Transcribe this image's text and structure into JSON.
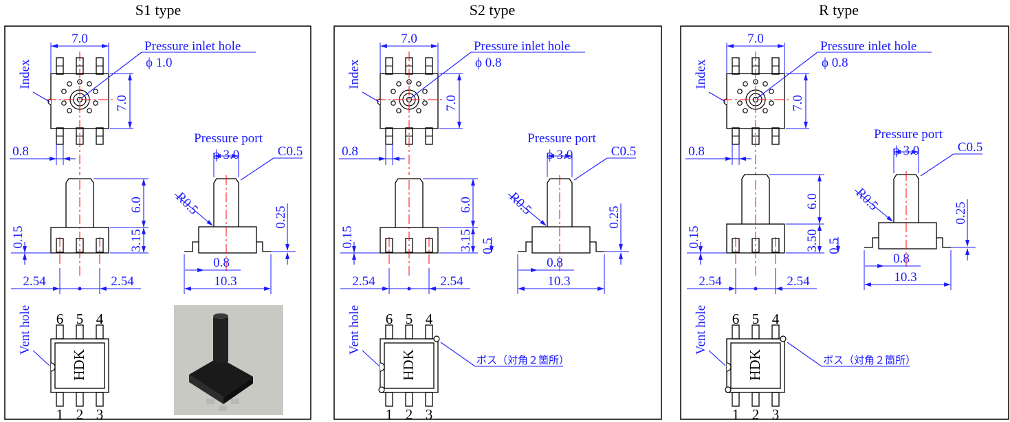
{
  "panels": [
    {
      "title": "S1 type",
      "dims": {
        "width": "7.0",
        "height": "7.0",
        "pin_width": "0.8",
        "inlet_dia": "ϕ 1.0",
        "port_dia": "ϕ 3.0",
        "chamfer": "C0.5",
        "radius": "R0.5",
        "port_height": "6.0",
        "body_height": "3.15",
        "standoff": "0.15",
        "pitch_left": "2.54",
        "pitch_right": "2.54",
        "lead_thk": "0.25",
        "lead_w": "0.8",
        "overall": "10.3",
        "step": ""
      },
      "labels": {
        "inlet": "Pressure inlet hole",
        "port": "Pressure port",
        "index": "Index",
        "vent": "Vent hole",
        "chip": "HDK",
        "boss": ""
      },
      "pins_top": [
        "6",
        "5",
        "4"
      ],
      "pins_bottom": [
        "1",
        "2",
        "3"
      ]
    },
    {
      "title": "S2 type",
      "dims": {
        "width": "7.0",
        "height": "7.0",
        "pin_width": "0.8",
        "inlet_dia": "ϕ 0.8",
        "port_dia": "ϕ 3.0",
        "chamfer": "C0.5",
        "radius": "R0.5",
        "port_height": "6.0",
        "body_height": "3.15",
        "standoff": "0.15",
        "pitch_left": "2.54",
        "pitch_right": "2.54",
        "lead_thk": "0.25",
        "lead_w": "0.8",
        "overall": "10.3",
        "step": "0.5"
      },
      "labels": {
        "inlet": "Pressure inlet hole",
        "port": "Pressure port",
        "index": "Index",
        "vent": "Vent hole",
        "chip": "HDK",
        "boss": "ボス（対角２箇所）"
      },
      "pins_top": [
        "6",
        "5",
        "4"
      ],
      "pins_bottom": [
        "1",
        "2",
        "3"
      ]
    },
    {
      "title": "R type",
      "dims": {
        "width": "7.0",
        "height": "7.0",
        "pin_width": "0.8",
        "inlet_dia": "ϕ 0.8",
        "port_dia": "ϕ 3.0",
        "chamfer": "C0.5",
        "radius": "R0.5",
        "port_height": "6.0",
        "body_height": "3.50",
        "standoff": "0.15",
        "pitch_left": "2.54",
        "pitch_right": "2.54",
        "lead_thk": "0.25",
        "lead_w": "0.8",
        "overall": "10.3",
        "step": "0.5"
      },
      "labels": {
        "inlet": "Pressure inlet hole",
        "port": "Pressure port",
        "index": "Index",
        "vent": "Vent hole",
        "chip": "HDK",
        "boss": "ボス（対角２箇所）"
      },
      "pins_top": [
        "6",
        "5",
        "4"
      ],
      "pins_bottom": [
        "1",
        "2",
        "3"
      ]
    }
  ],
  "colors": {
    "line": "#000000",
    "dim": "#1a1aff",
    "center": "#ff0000",
    "photo_bg": "#c9c9c4",
    "photo_part": "#202020"
  }
}
